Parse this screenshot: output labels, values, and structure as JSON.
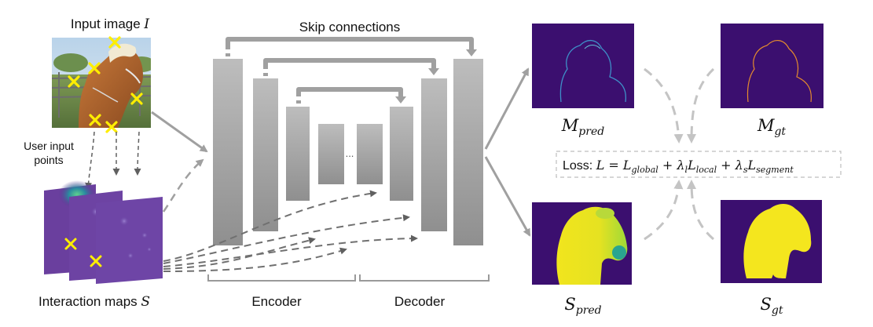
{
  "labels": {
    "input_image": "Input image ",
    "input_image_var": "I",
    "user_input_line1": "User input",
    "user_input_line2": "points",
    "interaction_maps": "Interaction maps ",
    "interaction_maps_var": "S",
    "skip_connections": "Skip connections",
    "encoder": "Encoder",
    "decoder": "Decoder",
    "ellipsis": "...",
    "loss_prefix": "Loss: "
  },
  "outputs": {
    "m_pred": {
      "base": "M",
      "sub": "pred"
    },
    "m_gt": {
      "base": "M",
      "sub": "gt"
    },
    "s_pred": {
      "base": "S",
      "sub": "pred"
    },
    "s_gt": {
      "base": "S",
      "sub": "gt"
    }
  },
  "loss_formula": {
    "lhs": "L",
    "eq": " = ",
    "t1": "L",
    "t1_sub": "global",
    "plus1": " + ",
    "t2_coef": "λ",
    "t2_coef_sub": "l",
    "t2": "L",
    "t2_sub": "local",
    "plus2": " + ",
    "t3_coef": "λ",
    "t3_coef_sub": "s",
    "t3": "L",
    "t3_sub": "segment"
  },
  "colors": {
    "map_background": "#3b0f6f",
    "segment_yellow": "#f4e61e",
    "arrow_gray": "#a0a0a0",
    "marker_yellow": "#ffee00",
    "block_gray": "#a7a7a7"
  }
}
